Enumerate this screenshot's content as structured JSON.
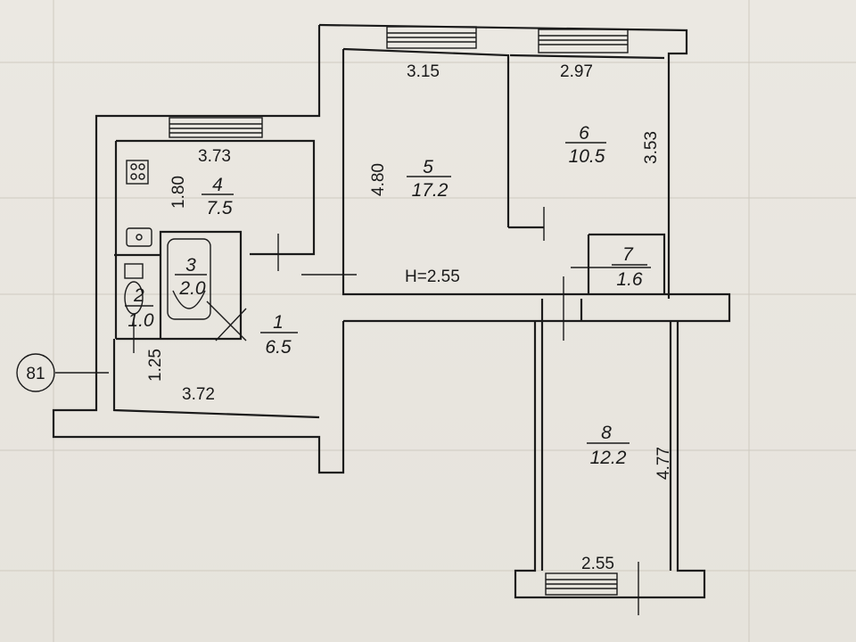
{
  "plan": {
    "ceiling_height": "H=2.55",
    "marker": "81",
    "rooms": [
      {
        "number": "1",
        "area": "6.5"
      },
      {
        "number": "2",
        "area": "1.0"
      },
      {
        "number": "3",
        "area": "2.0"
      },
      {
        "number": "4",
        "area": "7.5"
      },
      {
        "number": "5",
        "area": "17.2"
      },
      {
        "number": "6",
        "area": "10.5"
      },
      {
        "number": "7",
        "area": "1.6"
      },
      {
        "number": "8",
        "area": "12.2"
      }
    ],
    "dimensions": {
      "room5_width": "3.15",
      "room6_width": "2.97",
      "room6_depth": "3.53",
      "room5_depth": "4.80",
      "kitchen_width": "3.73",
      "kitchen_depth": "1.80",
      "hall_width": "3.72",
      "hall_depth": "1.25",
      "room8_depth": "4.77",
      "room8_width": "2.55"
    }
  }
}
